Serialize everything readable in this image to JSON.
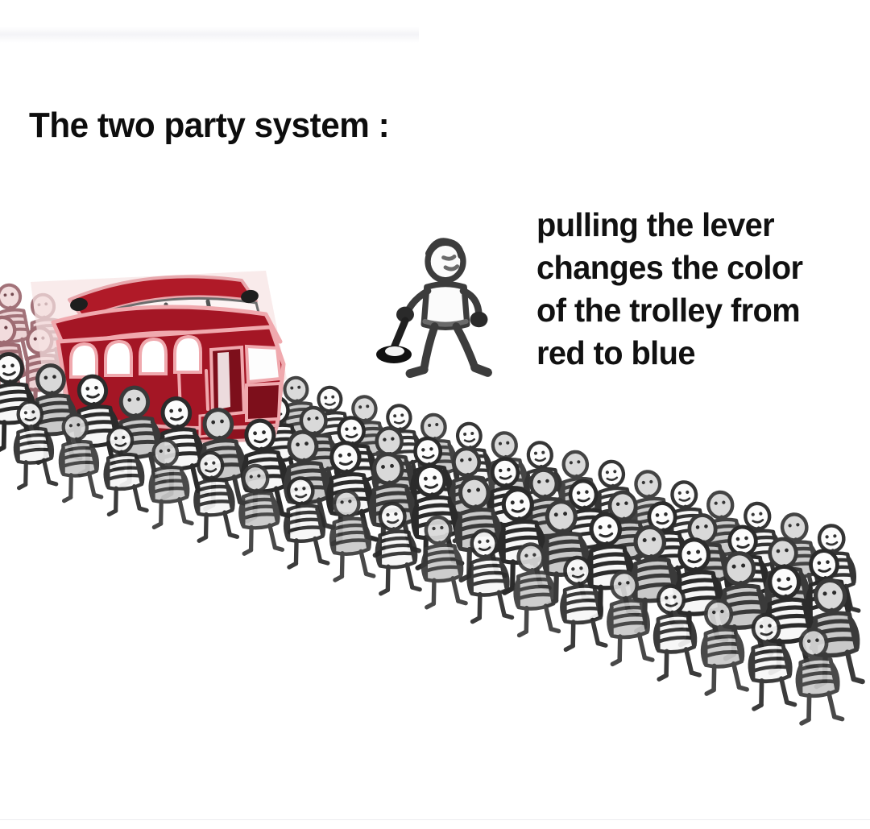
{
  "meme": {
    "title": "The two party system :",
    "caption_lines": [
      "pulling the lever",
      "changes the color",
      "of the trolley from",
      "red to blue"
    ],
    "caption_full": "pulling the lever changes the color of the trolley from red to blue",
    "background_color": "#ffffff",
    "text_color": "#0d0d0d"
  },
  "artwork": {
    "scene_name": "trolley-problem-illustration",
    "trolley": {
      "label": "red trolley",
      "body_color": "#a41625",
      "body_color_dark": "#7d0f1b",
      "roof_color": "#b01a28",
      "outline_color": "#f0a9ae",
      "window_color": "#ffffff",
      "window_count": 4
    },
    "lever_operator": {
      "label": "stick figure at the lever",
      "outline_color": "#3c3c3c",
      "fill_color": "#fbfbfb",
      "lever_color": "#1b1b1b"
    },
    "crowd": {
      "label": "people tied to the track",
      "ink_color": "#2b2b2b",
      "shade_color": "#9a9a9a",
      "tinted_color": "#c98a92"
    },
    "track": {
      "label": "trolley track",
      "direction": "descending left to right"
    }
  }
}
